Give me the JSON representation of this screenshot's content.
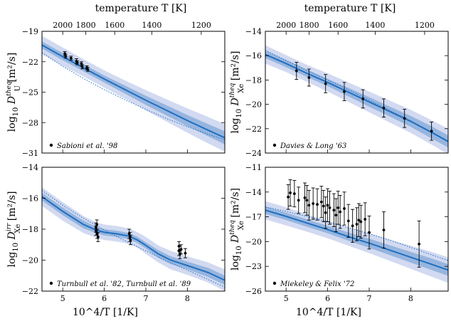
{
  "axes_titles": {
    "top_x_label": "temperature T [K]",
    "bottom_x_label": "10^4/T [1/K]"
  },
  "colors": {
    "line": "#1f6fc0",
    "band_inner": "#8fb0dd",
    "band_outer": "#cdd6ef",
    "data": "#000000"
  },
  "chart_data": [
    {
      "type": "line",
      "ylabel": "log10 D_U^theq [m^2/s]",
      "ylabel_main": "log",
      "ylabel_sub": "10",
      "ylabel_sym": "D",
      "ylabel_sup": "theq",
      "ylabel_sub2": "U",
      "ylabel_unit": " [m²/s]",
      "legend": "Sabioni et al. '98",
      "xlim": [
        4.5,
        8.9
      ],
      "ylim": [
        -31,
        -19
      ],
      "yticks": [
        -19,
        -22,
        -25,
        -28,
        -31
      ],
      "xticks": [
        5,
        6,
        7,
        8
      ],
      "top_ticks_K": [
        2000,
        1800,
        1600,
        1400,
        1200
      ],
      "show_x_ticklabels": false,
      "model": {
        "x": [
          4.5,
          5.0,
          5.5,
          6.0,
          6.5,
          7.0,
          7.5,
          8.0,
          8.5,
          8.9
        ],
        "y": [
          -20.35,
          -21.5,
          -22.6,
          -23.7,
          -24.75,
          -25.8,
          -26.8,
          -27.8,
          -28.75,
          -29.5
        ]
      },
      "band_inner": [
        0.35,
        0.35,
        0.35,
        0.35,
        0.4,
        0.45,
        0.5,
        0.55,
        0.6,
        0.65
      ],
      "band_outer": [
        0.9,
        0.9,
        0.85,
        0.85,
        0.9,
        1.0,
        1.1,
        1.2,
        1.3,
        1.35
      ],
      "dotted": {
        "x": [
          4.5,
          5.0,
          5.5,
          6.0,
          6.5,
          7.0,
          7.5,
          8.0,
          8.5,
          8.9
        ],
        "y": [
          -21.1,
          -22.45,
          -23.65,
          -24.75,
          -25.75,
          -26.7,
          -27.6,
          -28.4,
          -29.15,
          -29.7
        ]
      },
      "points": [
        {
          "x": 5.05,
          "y": -21.2,
          "err": 0.2
        },
        {
          "x": 5.07,
          "y": -21.45,
          "err": 0.2
        },
        {
          "x": 5.2,
          "y": -21.65,
          "err": 0.2
        },
        {
          "x": 5.33,
          "y": -21.95,
          "err": 0.25
        },
        {
          "x": 5.35,
          "y": -22.1,
          "err": 0.2
        },
        {
          "x": 5.45,
          "y": -22.2,
          "err": 0.2
        },
        {
          "x": 5.47,
          "y": -22.5,
          "err": 0.2
        },
        {
          "x": 5.58,
          "y": -22.6,
          "err": 0.2
        },
        {
          "x": 5.6,
          "y": -22.75,
          "err": 0.2
        }
      ]
    },
    {
      "type": "line",
      "ylabel_main": "log",
      "ylabel_sub": "10",
      "ylabel_sym": "D",
      "ylabel_sup": "theq",
      "ylabel_sub2": "Xe",
      "ylabel_unit": " [m²/s]",
      "legend": "Davies & Long '63",
      "xlim": [
        4.5,
        8.9
      ],
      "ylim": [
        -24,
        -14
      ],
      "yticks": [
        -14,
        -16,
        -18,
        -20,
        -22,
        -24
      ],
      "xticks": [
        5,
        6,
        7,
        8
      ],
      "top_ticks_K": [
        2000,
        1800,
        1600,
        1400,
        1200
      ],
      "show_x_ticklabels": false,
      "model": {
        "x": [
          4.5,
          5.0,
          5.5,
          6.0,
          6.5,
          7.0,
          7.5,
          8.0,
          8.5,
          8.9
        ],
        "y": [
          -15.9,
          -16.65,
          -17.45,
          -18.2,
          -19.0,
          -19.8,
          -20.6,
          -21.4,
          -22.3,
          -23.05
        ]
      },
      "band_inner": [
        0.3,
        0.3,
        0.3,
        0.3,
        0.35,
        0.4,
        0.4,
        0.45,
        0.5,
        0.5
      ],
      "band_outer": [
        0.75,
        0.7,
        0.7,
        0.75,
        0.8,
        0.85,
        0.9,
        0.95,
        1.0,
        1.05
      ],
      "dotted": {
        "x": [
          4.5,
          5.0,
          5.5,
          6.0,
          6.5,
          7.0,
          7.5,
          8.0,
          8.5,
          8.9
        ],
        "y": [
          -15.55,
          -16.4,
          -17.2,
          -18.0,
          -18.8,
          -19.65,
          -20.5,
          -21.35,
          -22.3,
          -23.1
        ]
      },
      "points": [
        {
          "x": 5.25,
          "y": -17.25,
          "err": 0.7
        },
        {
          "x": 5.55,
          "y": -17.8,
          "err": 0.7
        },
        {
          "x": 5.95,
          "y": -18.3,
          "err": 0.75
        },
        {
          "x": 6.4,
          "y": -18.95,
          "err": 0.75
        },
        {
          "x": 6.85,
          "y": -19.55,
          "err": 0.75
        },
        {
          "x": 7.35,
          "y": -20.3,
          "err": 0.75
        },
        {
          "x": 7.85,
          "y": -21.15,
          "err": 0.75
        },
        {
          "x": 8.5,
          "y": -22.2,
          "err": 0.75
        }
      ]
    },
    {
      "type": "line",
      "ylabel_main": "log",
      "ylabel_sub": "10",
      "ylabel_sym": "D",
      "ylabel_sup": "irr",
      "ylabel_sub2": "Xe",
      "ylabel_unit": " [m²/s]",
      "legend": "Turnbull et al. '82, Turnbull et al. '89",
      "xlim": [
        4.5,
        8.9
      ],
      "ylim": [
        -22,
        -14
      ],
      "yticks": [
        -14,
        -16,
        -18,
        -20,
        -22
      ],
      "xticks": [
        5,
        6,
        7,
        8
      ],
      "show_x_ticklabels": true,
      "model": {
        "x": [
          4.5,
          5.0,
          5.5,
          5.8,
          6.0,
          6.3,
          6.6,
          6.8,
          7.0,
          7.3,
          7.6,
          8.0,
          8.5,
          8.9
        ],
        "y": [
          -15.9,
          -16.85,
          -17.7,
          -18.05,
          -18.2,
          -18.3,
          -18.45,
          -18.7,
          -19.05,
          -19.6,
          -20.0,
          -20.35,
          -20.8,
          -21.3
        ]
      },
      "band_inner": [
        0.25,
        0.25,
        0.25,
        0.2,
        0.2,
        0.2,
        0.2,
        0.2,
        0.2,
        0.25,
        0.25,
        0.25,
        0.3,
        0.3
      ],
      "band_outer": [
        0.6,
        0.6,
        0.55,
        0.5,
        0.5,
        0.5,
        0.5,
        0.5,
        0.55,
        0.55,
        0.6,
        0.6,
        0.65,
        0.7
      ],
      "dotted": {
        "x": [
          4.5,
          5.0,
          5.5,
          6.0,
          6.5,
          7.0,
          7.5,
          8.0,
          8.5,
          8.9
        ],
        "y": [
          -15.5,
          -16.45,
          -17.3,
          -18.05,
          -18.75,
          -19.4,
          -20.05,
          -20.65,
          -21.25,
          -21.75
        ]
      },
      "points": [
        {
          "x": 5.8,
          "y": -17.9,
          "err": 0.3
        },
        {
          "x": 5.8,
          "y": -18.1,
          "err": 0.3
        },
        {
          "x": 5.82,
          "y": -17.7,
          "err": 0.3
        },
        {
          "x": 5.83,
          "y": -18.3,
          "err": 0.3
        },
        {
          "x": 5.85,
          "y": -18.5,
          "err": 0.3
        },
        {
          "x": 6.6,
          "y": -18.3,
          "err": 0.3
        },
        {
          "x": 6.62,
          "y": -18.5,
          "err": 0.3
        },
        {
          "x": 6.63,
          "y": -18.7,
          "err": 0.3
        },
        {
          "x": 7.8,
          "y": -19.1,
          "err": 0.3
        },
        {
          "x": 7.8,
          "y": -19.4,
          "err": 0.3
        },
        {
          "x": 7.82,
          "y": -19.6,
          "err": 0.3
        },
        {
          "x": 7.85,
          "y": -19.3,
          "err": 0.3
        },
        {
          "x": 7.95,
          "y": -19.55,
          "err": 0.3
        }
      ]
    },
    {
      "type": "line",
      "ylabel_main": "log",
      "ylabel_sub": "10",
      "ylabel_sym": "D",
      "ylabel_sup": "theq",
      "ylabel_sub2": "Xe",
      "ylabel_unit": " [m²/s]",
      "legend": "Miekeley & Felix '72",
      "xlim": [
        4.5,
        8.9
      ],
      "ylim": [
        -26,
        -11
      ],
      "yticks": [
        -11,
        -14,
        -17,
        -20,
        -23,
        -26
      ],
      "xticks": [
        5,
        6,
        7,
        8
      ],
      "show_x_ticklabels": true,
      "model": {
        "x": [
          4.5,
          5.0,
          5.5,
          6.0,
          6.5,
          7.0,
          7.5,
          8.0,
          8.5,
          8.9
        ],
        "y": [
          -16.2,
          -16.95,
          -17.75,
          -18.55,
          -19.4,
          -20.2,
          -21.05,
          -21.9,
          -22.75,
          -23.45
        ]
      },
      "band_inner": [
        0.45,
        0.45,
        0.45,
        0.45,
        0.5,
        0.55,
        0.6,
        0.65,
        0.7,
        0.7
      ],
      "band_outer": [
        1.1,
        1.1,
        1.05,
        1.05,
        1.1,
        1.2,
        1.3,
        1.4,
        1.5,
        1.55
      ],
      "dotted": {
        "x": [
          4.5,
          5.0,
          5.5,
          6.0,
          6.5,
          7.0,
          7.5,
          8.0,
          8.5,
          8.9
        ],
        "y": [
          -15.8,
          -16.35,
          -16.95,
          -17.6,
          -18.3,
          -19.05,
          -19.85,
          -20.7,
          -21.6,
          -22.3
        ]
      },
      "points": [
        {
          "x": 5.05,
          "y": -14.6,
          "err": 1.5
        },
        {
          "x": 5.1,
          "y": -14.1,
          "err": 1.6
        },
        {
          "x": 5.2,
          "y": -14.2,
          "err": 1.6
        },
        {
          "x": 5.3,
          "y": -15.0,
          "err": 1.6
        },
        {
          "x": 5.45,
          "y": -14.7,
          "err": 1.8
        },
        {
          "x": 5.5,
          "y": -15.0,
          "err": 1.8
        },
        {
          "x": 5.55,
          "y": -15.6,
          "err": 1.8
        },
        {
          "x": 5.65,
          "y": -15.4,
          "err": 1.9
        },
        {
          "x": 5.75,
          "y": -15.5,
          "err": 1.9
        },
        {
          "x": 5.85,
          "y": -15.2,
          "err": 1.9
        },
        {
          "x": 5.9,
          "y": -15.7,
          "err": 1.9
        },
        {
          "x": 5.95,
          "y": -16.5,
          "err": 1.9
        },
        {
          "x": 6.0,
          "y": -15.6,
          "err": 2.0
        },
        {
          "x": 6.05,
          "y": -15.9,
          "err": 2.0
        },
        {
          "x": 6.15,
          "y": -16.2,
          "err": 2.0
        },
        {
          "x": 6.2,
          "y": -16.8,
          "err": 2.0
        },
        {
          "x": 6.25,
          "y": -15.9,
          "err": 2.0
        },
        {
          "x": 6.3,
          "y": -16.4,
          "err": 2.0
        },
        {
          "x": 6.4,
          "y": -16.0,
          "err": 2.0
        },
        {
          "x": 6.5,
          "y": -17.5,
          "err": 2.0
        },
        {
          "x": 6.6,
          "y": -18.1,
          "err": 2.0
        },
        {
          "x": 6.7,
          "y": -17.9,
          "err": 2.0
        },
        {
          "x": 6.75,
          "y": -17.4,
          "err": 2.0
        },
        {
          "x": 6.8,
          "y": -17.6,
          "err": 2.0
        },
        {
          "x": 6.9,
          "y": -17.3,
          "err": 2.0
        },
        {
          "x": 7.0,
          "y": -18.9,
          "err": 2.0
        },
        {
          "x": 7.35,
          "y": -18.6,
          "err": 2.2
        },
        {
          "x": 8.2,
          "y": -20.3,
          "err": 2.8
        }
      ]
    }
  ]
}
